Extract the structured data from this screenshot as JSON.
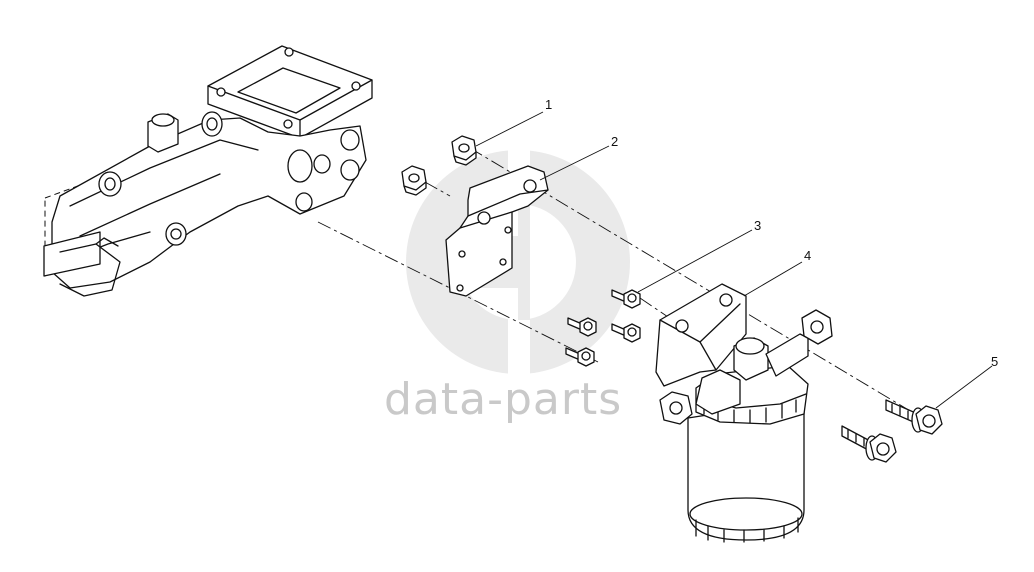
{
  "watermark": {
    "brand": "data-parts",
    "color": "#d0d0d0"
  },
  "callouts": [
    {
      "number": "1",
      "part": "nut"
    },
    {
      "number": "2",
      "part": "mounting-bracket"
    },
    {
      "number": "3",
      "part": "flange-bolt-small"
    },
    {
      "number": "4",
      "part": "fuel-filter-assembly"
    },
    {
      "number": "5",
      "part": "flange-bolt-large"
    }
  ]
}
